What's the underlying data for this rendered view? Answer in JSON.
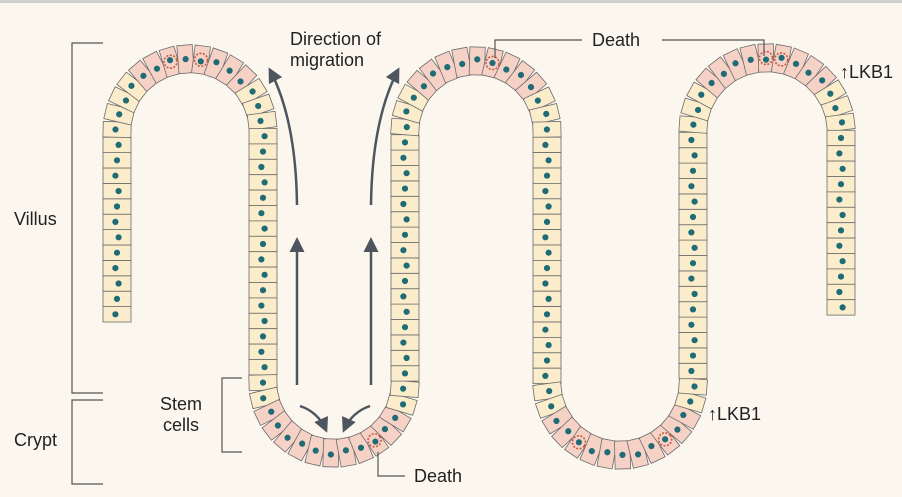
{
  "colors": {
    "background": "#fbf6ee",
    "villus_cell": "#fbeccb",
    "top_cell": "#f6d2c6",
    "cell_border": "#6b6b6b",
    "nucleus": "#1f6c76",
    "arrow": "#4d565e",
    "bracket": "#555555",
    "dying_cell": "#c85a43"
  },
  "labels": {
    "direction_line1": "Direction of",
    "direction_line2": "migration",
    "death_top": "Death",
    "death_bottom": "Death",
    "lkb1_top": "↑LKB1",
    "lkb1_bottom": "↑LKB1",
    "villus": "Villus",
    "crypt": "Crypt",
    "stem_line1": "Stem",
    "stem_line2": "cells"
  },
  "icons": {
    "migration_arrow": "upward-arrow-icon",
    "stem_arrow": "curved-arrow-icon",
    "cell": "cell-icon"
  }
}
